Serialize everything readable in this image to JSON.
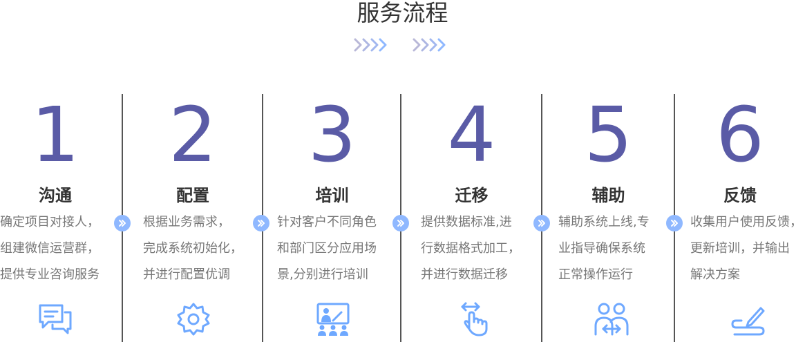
{
  "header": {
    "title": "服务流程"
  },
  "colors": {
    "accent_number": "#5a5ba6",
    "icon_blue": "#6ea8ff",
    "arrow_bubble": "#8fb8ff",
    "divider": "#555555"
  },
  "steps": [
    {
      "number": "1",
      "title": "沟通",
      "lines": [
        "确定项目对接人，",
        "组建微信运营群，",
        "提供专业咨询服务"
      ],
      "icon": "chat-bubbles-icon"
    },
    {
      "number": "2",
      "title": "配置",
      "lines": [
        "根据业务需求，",
        "完成系统初始化，",
        "并进行配置优调"
      ],
      "icon": "gear-icon"
    },
    {
      "number": "3",
      "title": "培训",
      "lines": [
        "针对客户不同角色",
        "和部门区分应用场",
        "景,分别进行培训"
      ],
      "icon": "training-presentation-icon"
    },
    {
      "number": "4",
      "title": "迁移",
      "lines": [
        "提供数据标准,进",
        "行数据格式加工，",
        "并进行数据迁移"
      ],
      "icon": "swipe-hand-icon"
    },
    {
      "number": "5",
      "title": "辅助",
      "lines": [
        "辅助系统上线,专",
        "业指导确保系统",
        "正常操作运行"
      ],
      "icon": "users-exchange-icon"
    },
    {
      "number": "6",
      "title": "反馈",
      "lines": [
        "收集用户使用反馈，",
        "更新培训，并输出",
        "解决方案"
      ],
      "icon": "pen-signature-icon"
    }
  ]
}
